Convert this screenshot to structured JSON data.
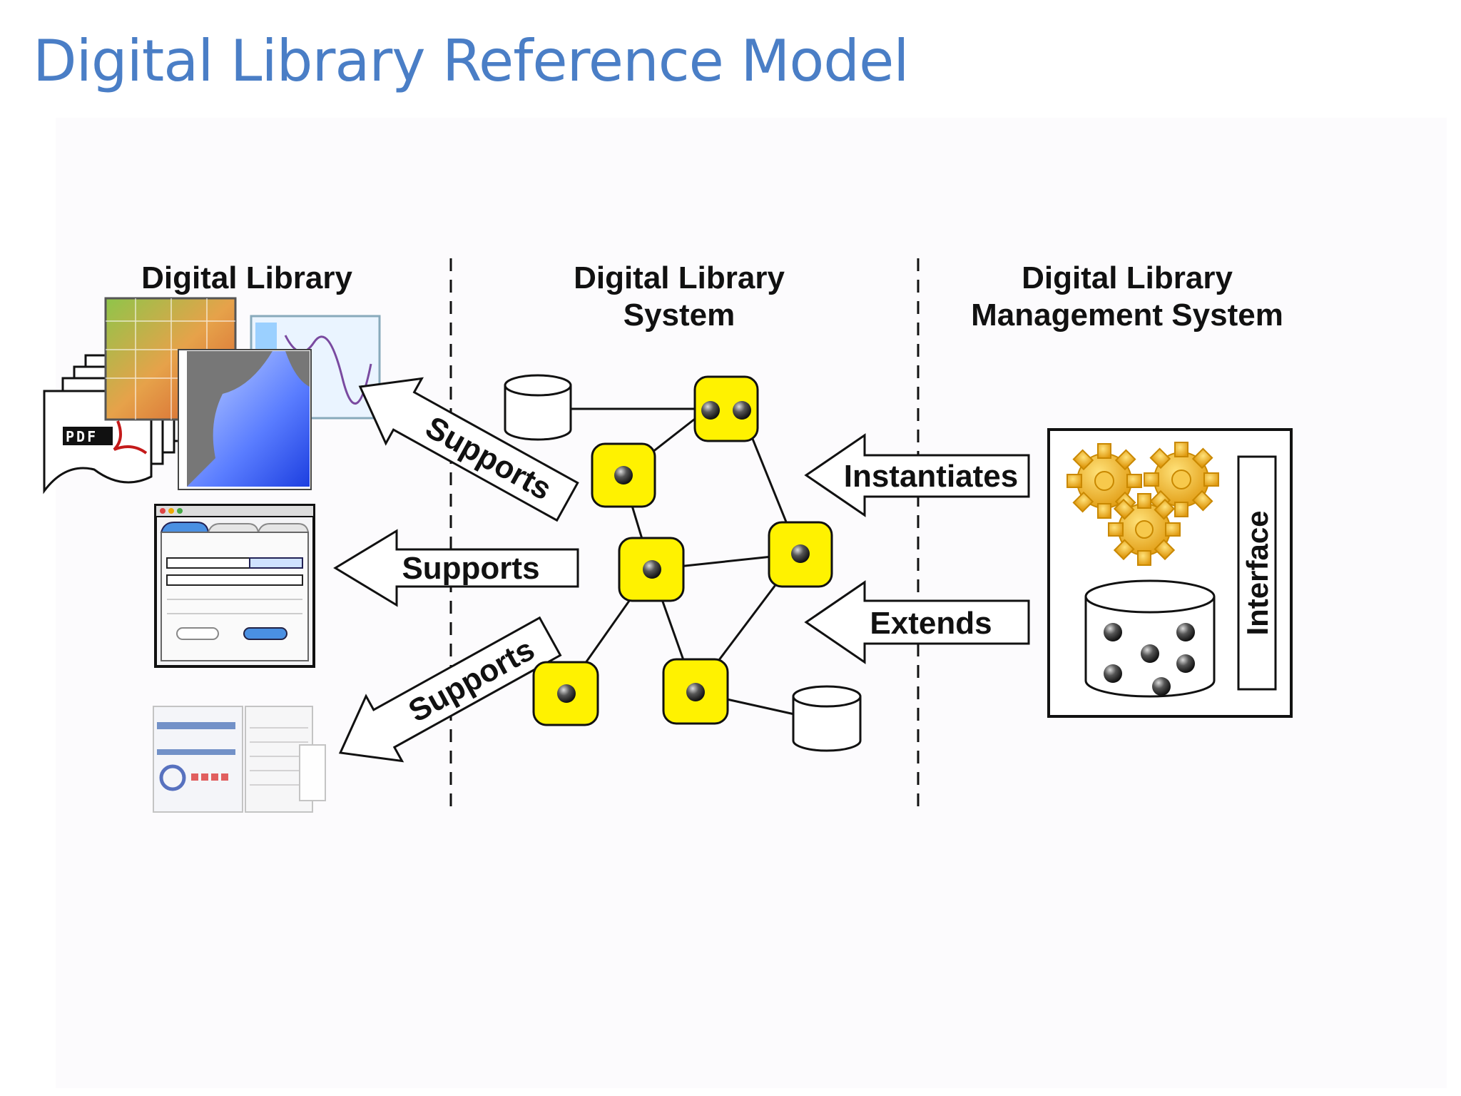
{
  "title": "Digital Library Reference Model",
  "columns": {
    "dl": {
      "line1": "Digital Library"
    },
    "dls": {
      "line1": "Digital Library",
      "line2": "System"
    },
    "dlms": {
      "line1": "Digital Library",
      "line2": "Management System"
    }
  },
  "arrows": {
    "supports_top": "Supports",
    "supports_middle": "Supports",
    "supports_bottom": "Supports",
    "instantiates": "Instantiates",
    "extends": "Extends"
  },
  "dlms_box": {
    "interface_label": "Interface"
  },
  "pdf_badge": "PDF",
  "colors": {
    "title": "#4a7ec6",
    "node_fill": "#fff200",
    "gear": "#f5b820",
    "ink": "#111111"
  }
}
